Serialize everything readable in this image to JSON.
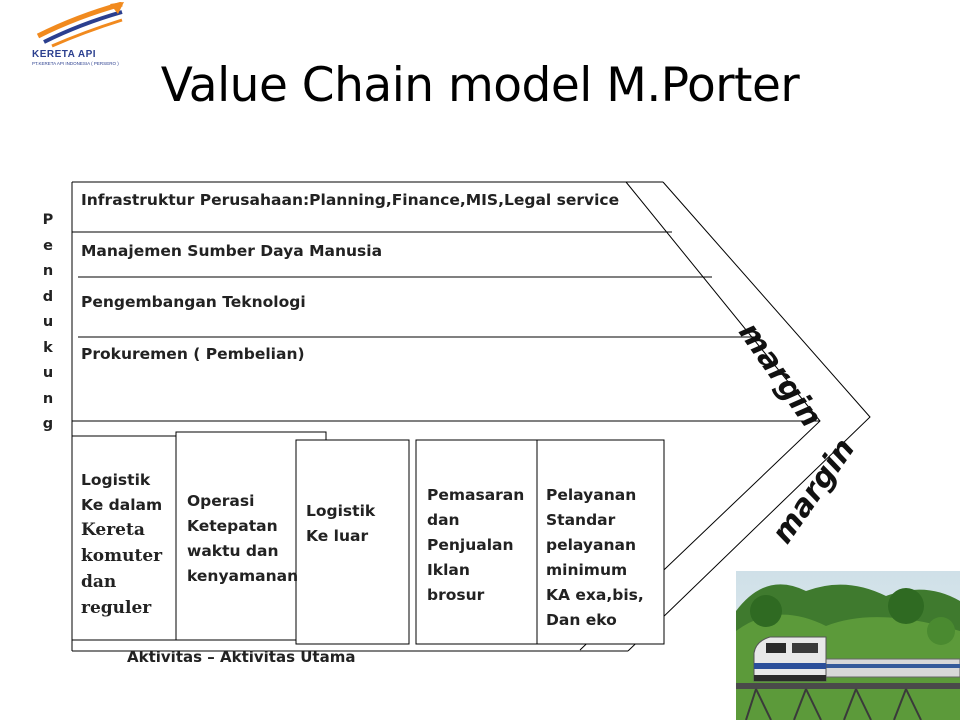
{
  "logo": {
    "name": "KERETA API",
    "subtitle": "PT.KERETA API INDONESIA ( PERSERO )",
    "colors": {
      "orange": "#f18a1e",
      "blue": "#2b3f8f"
    }
  },
  "title": "Value Chain model M.Porter",
  "support": {
    "side_label": [
      "P",
      "e",
      "n",
      "d",
      "u",
      "k",
      "u",
      "n",
      "g"
    ],
    "activities": [
      "Infrastruktur Perusahaan:Planning,Finance,MIS,Legal  service",
      "Manajemen  Sumber Daya Manusia",
      "Pengembangan Teknologi",
      "Prokuremen ( Pembelian)"
    ]
  },
  "primary": {
    "inbound": {
      "line1": "Logistik",
      "line2": "Ke dalam",
      "serif_lines": [
        "Kereta",
        "komuter",
        "dan",
        "reguler"
      ]
    },
    "operations": [
      "Operasi",
      "Ketepatan",
      "waktu dan",
      "kenyamanan"
    ],
    "outbound": [
      "Logistik",
      "Ke luar"
    ],
    "marketing": [
      "Pemasaran",
      "dan",
      "Penjualan",
      "Iklan",
      "brosur"
    ],
    "service": [
      "Pelayanan",
      "Standar",
      "pelayanan",
      "minimum",
      "KA exa,bis,",
      "Dan eko"
    ],
    "bottom_label": "Aktivitas – Aktivitas Utama"
  },
  "margin_labels": [
    "margin",
    "margin"
  ],
  "photo": {
    "icon": "train-photo"
  }
}
